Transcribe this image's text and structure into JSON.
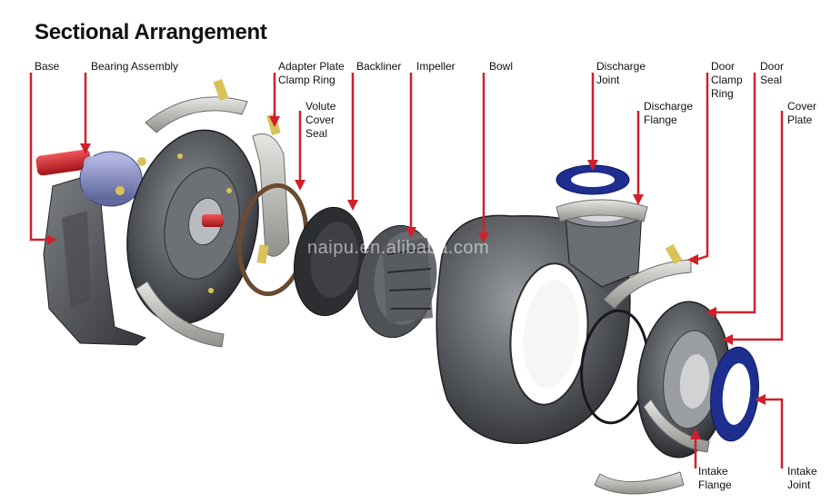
{
  "title": "Sectional Arrangement",
  "watermark": "naipu.en.alibaba.com",
  "labels": {
    "base": "Base",
    "bearing_assembly": "Bearing Assembly",
    "adapter_plate_clamp_ring": "Adapter Plate\nClamp Ring",
    "volute_cover_seal": "Volute\nCover\nSeal",
    "backliner": "Backliner",
    "impeller": "Impeller",
    "bowl": "Bowl",
    "discharge_joint": "Discharge\nJoint",
    "discharge_flange": "Discharge\nFlange",
    "door_clamp_ring": "Door\nClamp\nRing",
    "door_seal": "Door\nSeal",
    "cover_plate": "Cover\nPlate",
    "intake_flange": "Intake\nFlange",
    "intake_joint": "Intake\nJoint"
  },
  "colors": {
    "arrow": "#d0202a",
    "metal_dark": "#3a3c40",
    "metal_mid": "#6b6e73",
    "metal_light": "#a9acb0",
    "blue_seal": "#1d2e8f",
    "shaft_red": "#d4252a",
    "bearing_blue": "#8c92c8",
    "clamp_ring": "#c9c9c4"
  }
}
